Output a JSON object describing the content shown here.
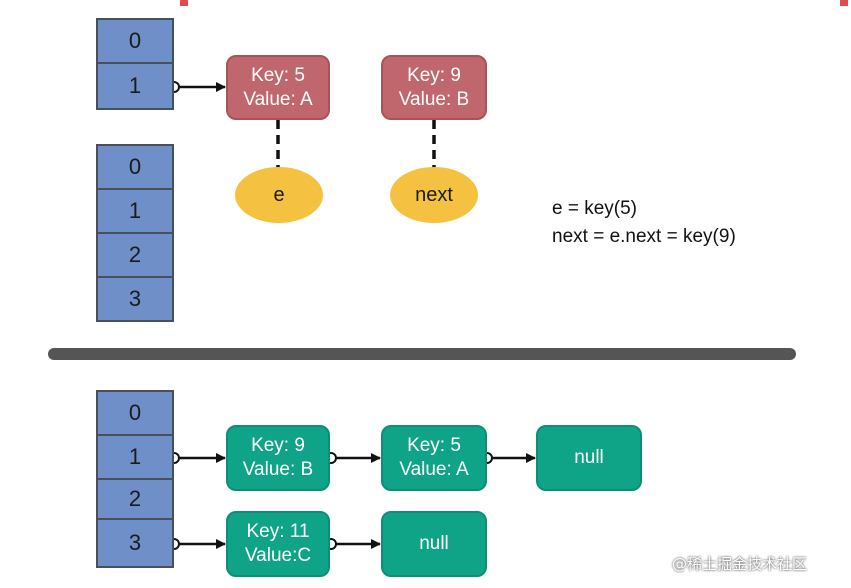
{
  "top_table_a": {
    "cells": [
      "0",
      "1"
    ]
  },
  "top_table_b": {
    "cells": [
      "0",
      "1",
      "2",
      "3"
    ]
  },
  "top_nodes": [
    {
      "key": "Key: 5",
      "value": "Value: A",
      "color": "#c0676d"
    },
    {
      "key": "Key: 9",
      "value": "Value: B",
      "color": "#c0676d"
    }
  ],
  "pointers": [
    {
      "label": "e",
      "color": "#f4c240"
    },
    {
      "label": "next",
      "color": "#f4c240"
    }
  ],
  "notes": [
    "e = key(5)",
    "next = e.next = key(9)"
  ],
  "bottom_table": {
    "cells": [
      "0",
      "1",
      "2",
      "3"
    ]
  },
  "bottom_chain_1": [
    {
      "key": "Key: 9",
      "value": "Value: B"
    },
    {
      "key": "Key: 5",
      "value": "Value: A"
    },
    {
      "label": "null"
    }
  ],
  "bottom_chain_3": [
    {
      "key": "Key: 11",
      "value": "Value:C"
    },
    {
      "label": "null"
    }
  ],
  "watermark": "@稀土掘金技术社区"
}
